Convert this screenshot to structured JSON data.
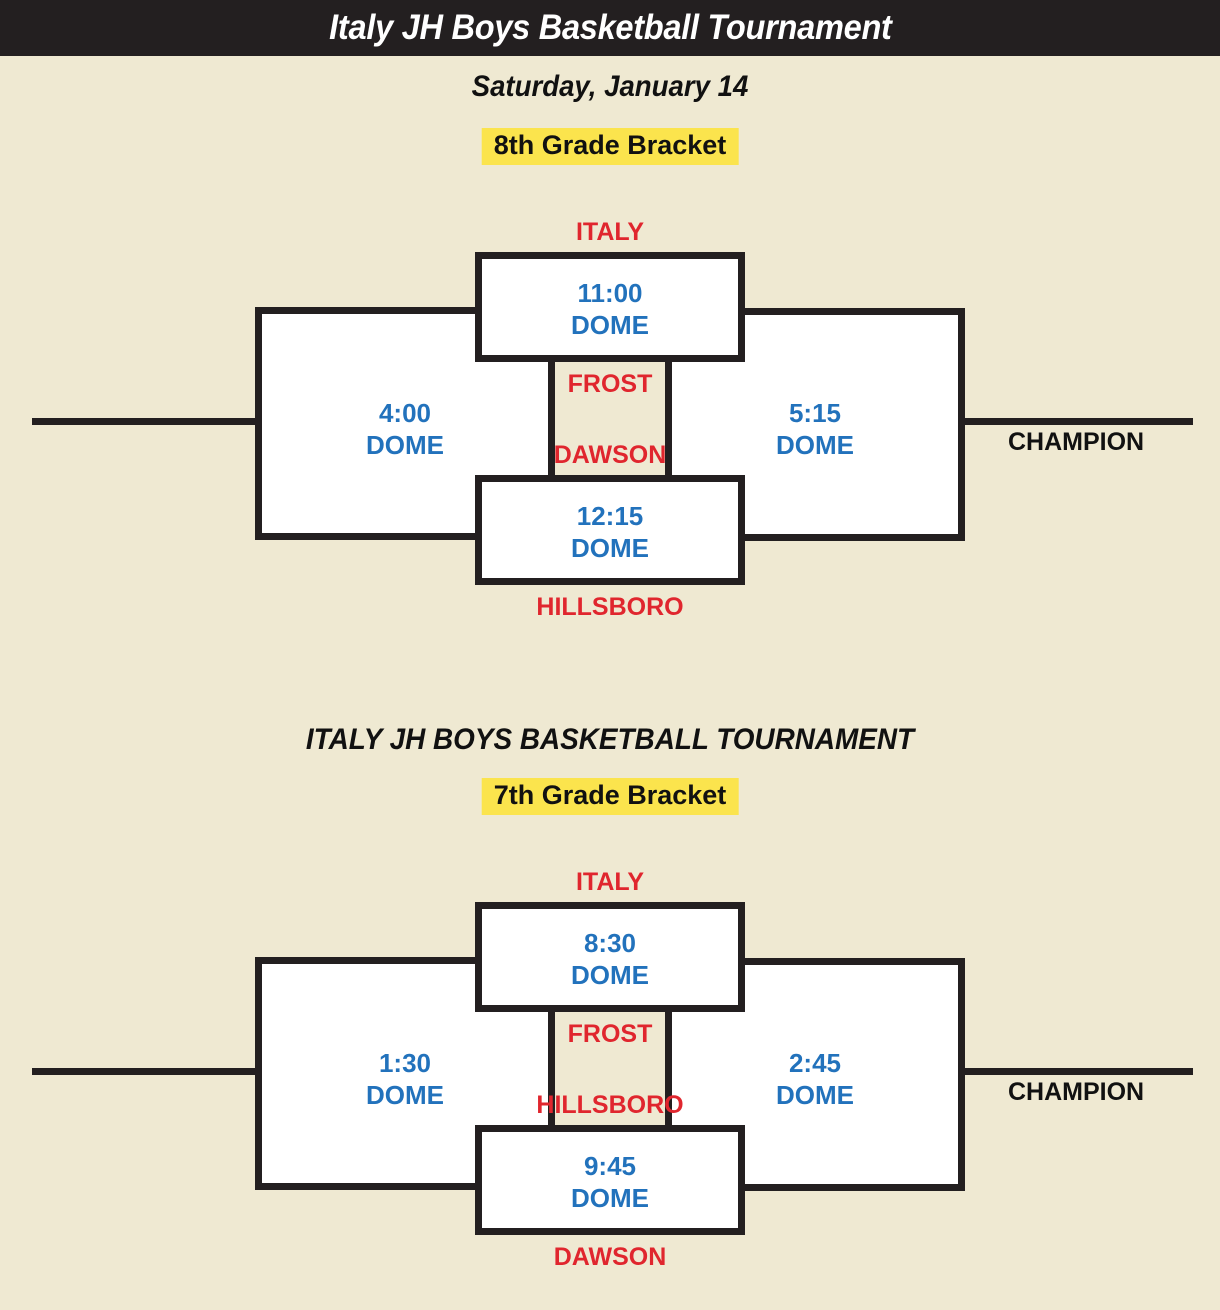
{
  "banner": {
    "title": "Italy JH Boys Basketball Tournament"
  },
  "subtitle": "Saturday, January 14",
  "brackets": [
    {
      "grade_label": "8th Grade Bracket",
      "teams": {
        "top_upper": "ITALY",
        "top_lower": "FROST",
        "bottom_upper": "DAWSON",
        "bottom_lower": "HILLSBORO"
      },
      "games": {
        "semi_top": {
          "time": "11:00",
          "venue": "DOME"
        },
        "semi_bottom": {
          "time": "12:15",
          "venue": "DOME"
        },
        "left": {
          "time": "4:00",
          "venue": "DOME"
        },
        "right": {
          "time": "5:15",
          "venue": "DOME"
        }
      },
      "champion_label": "CHAMPION"
    },
    {
      "section_title": "ITALY JH BOYS BASKETBALL TOURNAMENT",
      "grade_label": "7th Grade Bracket",
      "teams": {
        "top_upper": "ITALY",
        "top_lower": "FROST",
        "bottom_upper": "HILLSBORO",
        "bottom_lower": "DAWSON"
      },
      "games": {
        "semi_top": {
          "time": "8:30",
          "venue": "DOME"
        },
        "semi_bottom": {
          "time": "9:45",
          "venue": "DOME"
        },
        "left": {
          "time": "1:30",
          "venue": "DOME"
        },
        "right": {
          "time": "2:45",
          "venue": "DOME"
        }
      },
      "champion_label": "CHAMPION"
    }
  ],
  "colors": {
    "background": "#EFE9D2",
    "banner_bg": "#231F20",
    "team_red": "#E0262E",
    "time_blue": "#2272BC",
    "highlight_yellow": "#FBE44D",
    "line_black": "#231F20"
  }
}
